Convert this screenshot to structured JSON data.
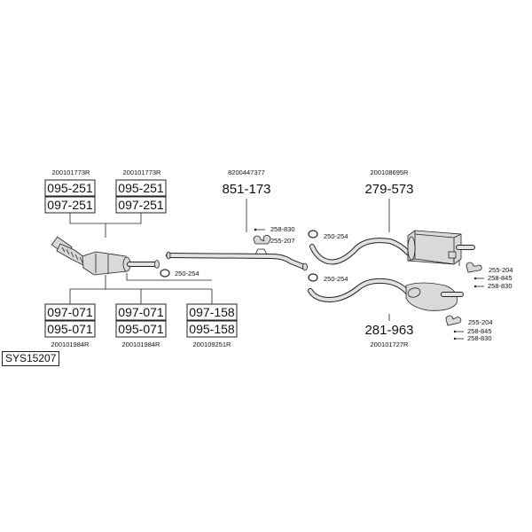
{
  "diagram": {
    "id_label": "SYS15207",
    "left_top": {
      "refs": [
        "200101773R",
        "200101773R"
      ],
      "boxes": [
        [
          "095-251",
          "097-251"
        ],
        [
          "095-251",
          "097-251"
        ]
      ]
    },
    "left_bottom": {
      "boxes": [
        [
          "097-071",
          "095-071"
        ],
        [
          "097-071",
          "095-071"
        ],
        [
          "097-158",
          "095-158"
        ]
      ],
      "refs": [
        "200101984R",
        "200101984R",
        "200109251R"
      ]
    },
    "middle": {
      "ref": "8200447377",
      "part": "851-173",
      "small": [
        "258-830",
        "255-207",
        "250-254"
      ]
    },
    "right_top": {
      "ref": "200108695R",
      "part": "279-573",
      "clamp": "250-254",
      "hardware": [
        "255-204",
        "258-845",
        "258-830"
      ]
    },
    "right_bottom": {
      "part": "281-963",
      "ref": "200101727R",
      "clamp": "250-254",
      "hardware": [
        "255-204",
        "258-845",
        "258-830"
      ]
    }
  }
}
